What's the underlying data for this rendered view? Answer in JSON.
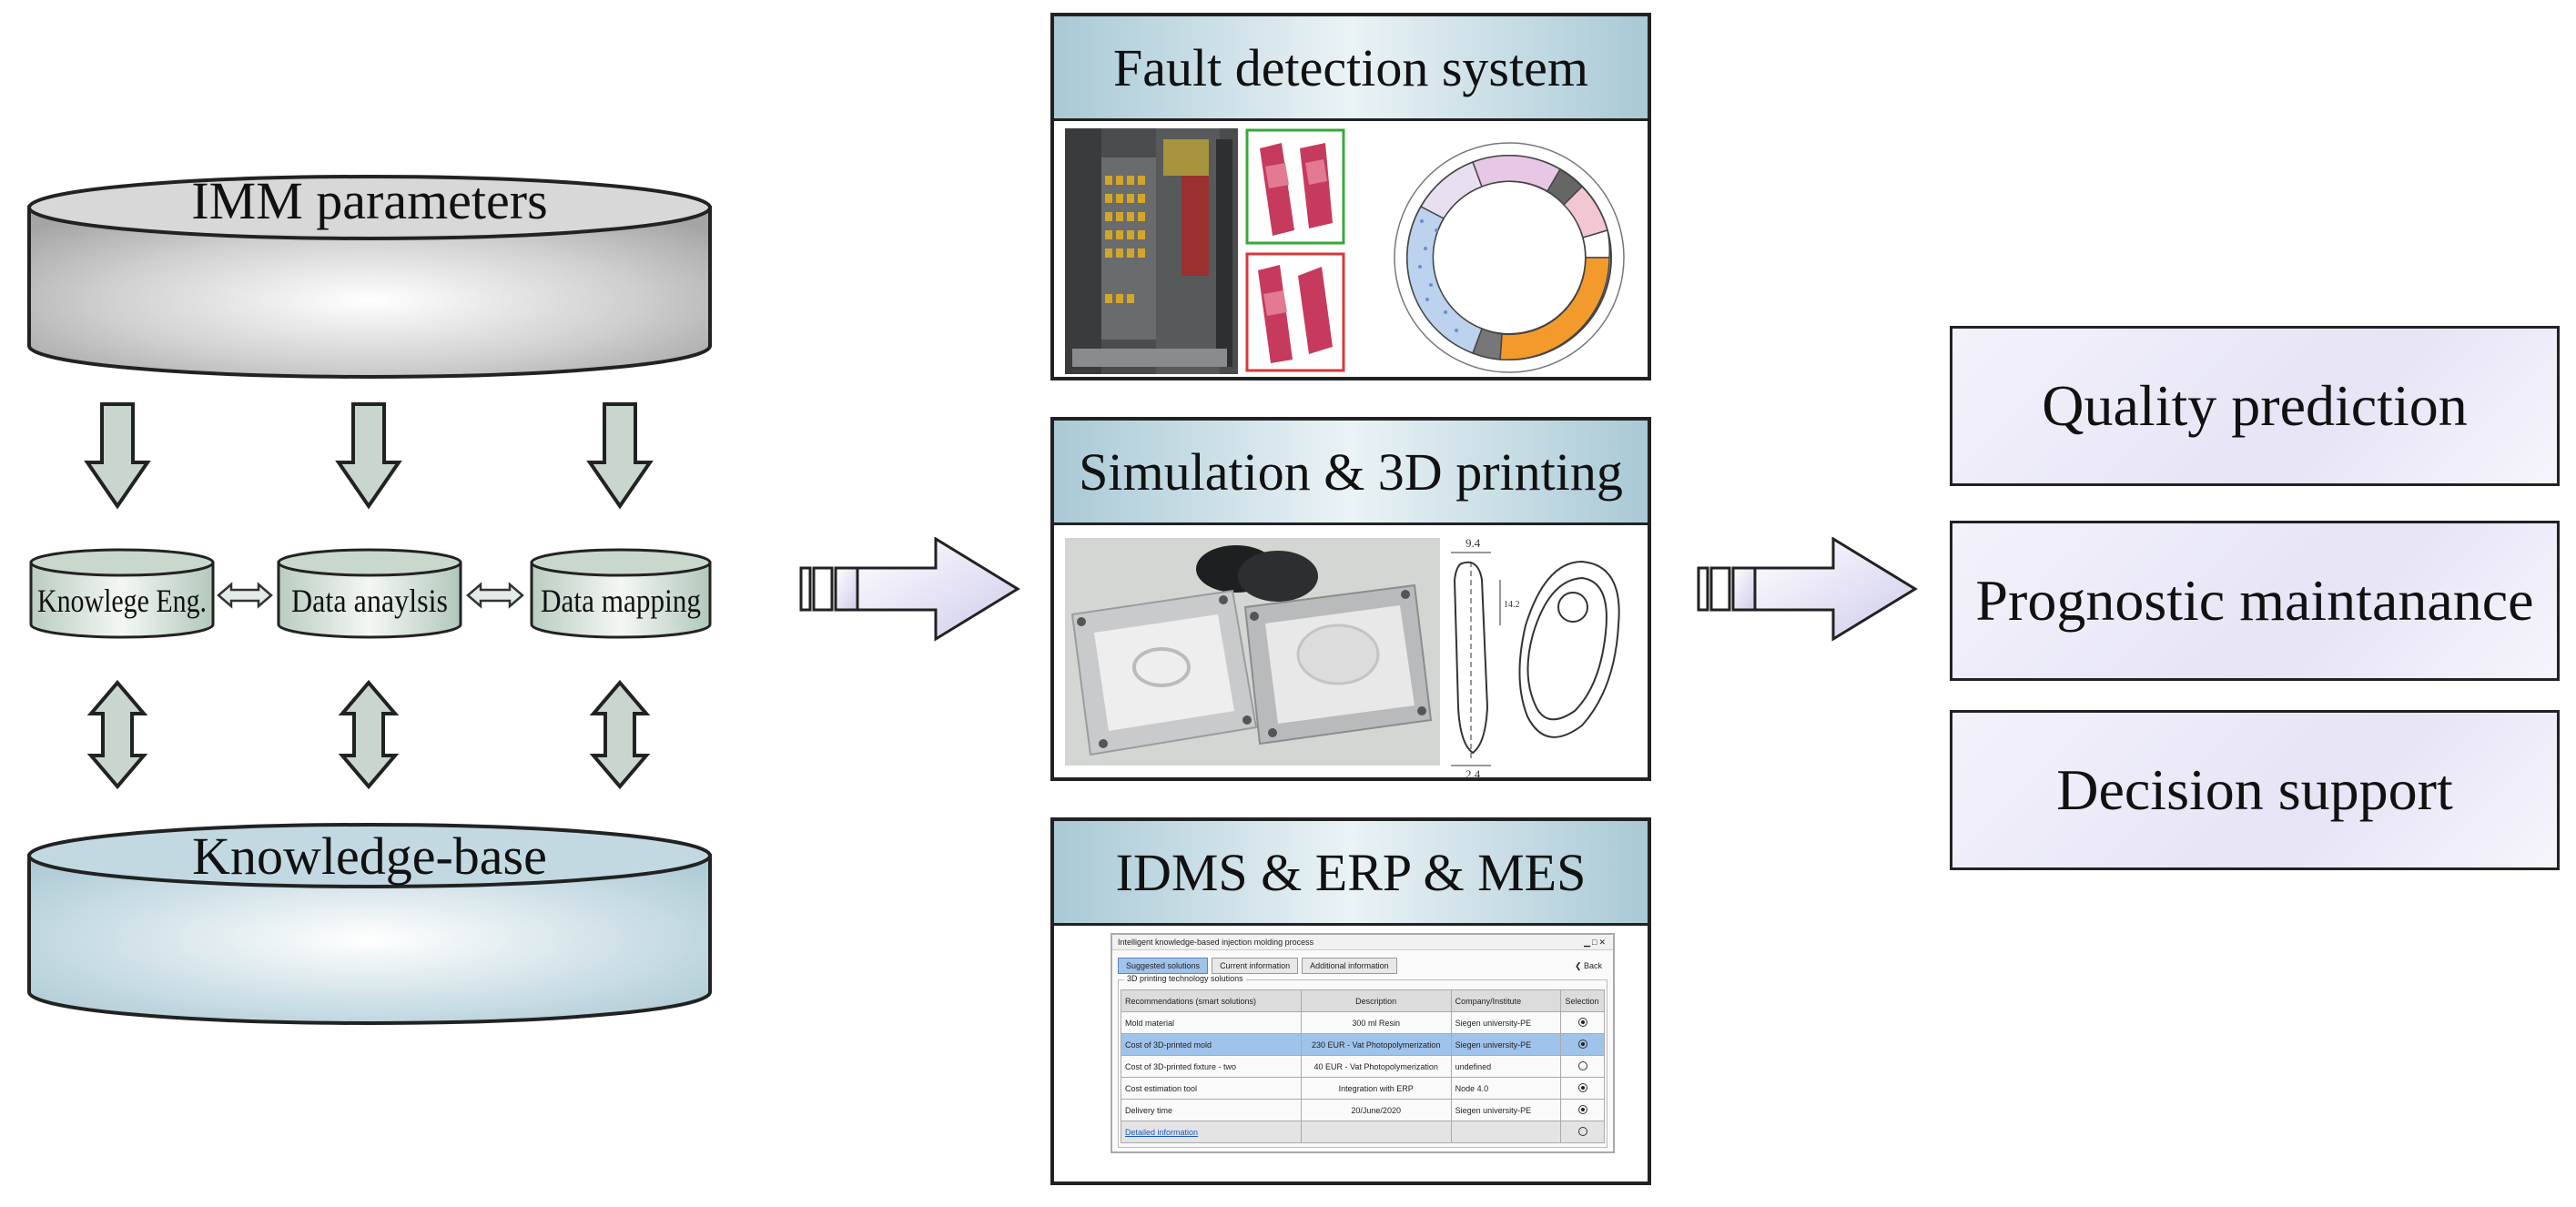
{
  "left": {
    "top_db": "IMM parameters",
    "modules": [
      "Knowlege Eng.",
      "Data anaylsis",
      "Data mapping"
    ],
    "bottom_db": "Knowledge-base"
  },
  "middle": {
    "fault_title": "Fault detection system",
    "sim_title": "Simulation & 3D printing",
    "sim_dims": {
      "top": "9.4",
      "bottom": "2.4",
      "side": "14.2"
    },
    "idms_title": "IDMS & ERP & MES",
    "window": {
      "title": "Intelligent knowledge-based injection molding process",
      "tabs": [
        "Suggested solutions",
        "Current information",
        "Additional information"
      ],
      "back": "❮ Back",
      "group": "3D printing technology solutions",
      "headers": [
        "Recommendations (smart solutions)",
        "Description",
        "Company/Institute",
        "Selection"
      ],
      "rows": [
        [
          "Mold material",
          "300 ml Resin",
          "Siegen university-PE"
        ],
        [
          "Cost of 3D-printed mold",
          "230 EUR - Vat Photopolymerization",
          "Siegen university-PE"
        ],
        [
          "Cost of 3D-printed fixture - two",
          "40 EUR - Vat Photopolymerization",
          "undefined"
        ],
        [
          "Cost estimation tool",
          "Integration with ERP",
          "Node 4.0"
        ],
        [
          "Delivery time",
          "20/June/2020",
          "Siegen university-PE"
        ],
        [
          "Detailed information",
          "",
          ""
        ]
      ]
    }
  },
  "right": {
    "outputs": [
      "Quality prediction",
      "Prognostic maintanance",
      "Decision support"
    ]
  },
  "colors": {
    "db_top": "#9a9a9a",
    "db_bottom": "#9fc1cc",
    "module": "#a9c0b4",
    "arrow": "#c8d6ce",
    "big_arrow": "#dcdaf0",
    "title_band": "#b6d3de",
    "output_box": "#ebe9f7"
  },
  "icons": [
    "down-arrow-icon",
    "double-arrow-icon",
    "right-arrow-icon"
  ]
}
